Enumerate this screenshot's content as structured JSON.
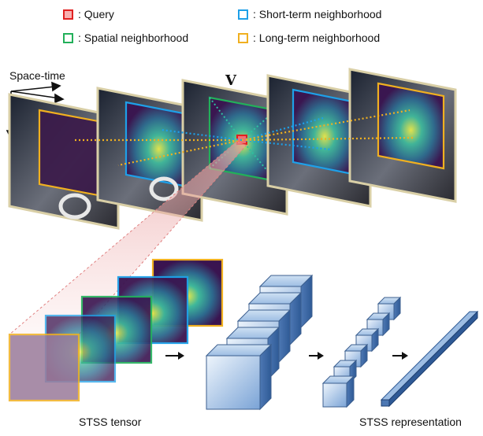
{
  "legend": {
    "query": "Query",
    "spatial": "Spatial neighborhood",
    "short_term": "Short-term neighborhood",
    "long_term": "Long-term neighborhood"
  },
  "labels": {
    "space_time": "Space-time",
    "v": "V",
    "stss_tensor": "STSS tensor",
    "stss_representation": "STSS representation"
  },
  "colors": {
    "query": "#e02020",
    "spatial": "#22b05a",
    "short_term": "#1ea0e8",
    "long_term": "#f0b020",
    "cube_light": "#dbe9f7",
    "cube_dark": "#5a86c0",
    "frame_bg": "#3b1a4a"
  }
}
